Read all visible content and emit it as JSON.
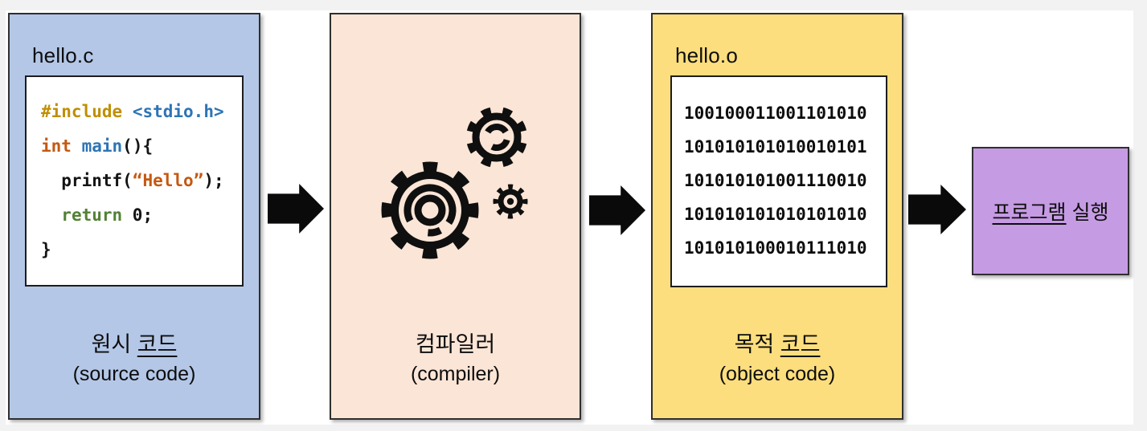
{
  "page": {
    "background": "#F2F2F2",
    "canvas_background": "#FFFFFF",
    "arrow_color": "#0A0A0A",
    "border_color": "#2F2F2F"
  },
  "source_stage": {
    "fill": "#B4C7E7",
    "file_name": "hello.c",
    "code_lines": [
      {
        "tokens": [
          {
            "t": "#include",
            "c": "gold"
          },
          {
            "t": " ",
            "c": "plain"
          },
          {
            "t": "<stdio.h>",
            "c": "blue"
          }
        ]
      },
      {
        "tokens": [
          {
            "t": "int",
            "c": "orange"
          },
          {
            "t": " ",
            "c": "plain"
          },
          {
            "t": "main",
            "c": "blue"
          },
          {
            "t": "(){",
            "c": "plain"
          }
        ]
      },
      {
        "tokens": [
          {
            "t": "  printf(",
            "c": "plain"
          },
          {
            "t": "“Hello”",
            "c": "orange"
          },
          {
            "t": ");",
            "c": "plain"
          }
        ]
      },
      {
        "tokens": [
          {
            "t": "  ",
            "c": "plain"
          },
          {
            "t": "return",
            "c": "green"
          },
          {
            "t": " 0;",
            "c": "plain"
          }
        ]
      },
      {
        "tokens": [
          {
            "t": "}",
            "c": "plain"
          }
        ]
      }
    ],
    "label_ko_prefix": "원시 ",
    "label_ko_underlined": "코드",
    "label_en": "(source code)"
  },
  "compiler_stage": {
    "fill": "#FBE5D6",
    "icon": "gears-icon",
    "label_ko": "컴파일러",
    "label_en": "(compiler)"
  },
  "object_stage": {
    "fill": "#FCDE7E",
    "file_name": "hello.o",
    "binary_lines": [
      "100100011001101010",
      "101010101010010101",
      "101010101001110010",
      "101010101010101010",
      "101010100010111010"
    ],
    "label_ko_prefix": "목적 ",
    "label_ko_underlined": "코드",
    "label_en": "(object code)"
  },
  "run_stage": {
    "fill": "#C59BE3",
    "label_underlined": "프로그램",
    "label_rest": " 실행"
  },
  "syntax_colors": {
    "gold": "#BF8F00",
    "blue": "#2E74B5",
    "orange": "#C45911",
    "green": "#538135",
    "plain": "#141414"
  }
}
